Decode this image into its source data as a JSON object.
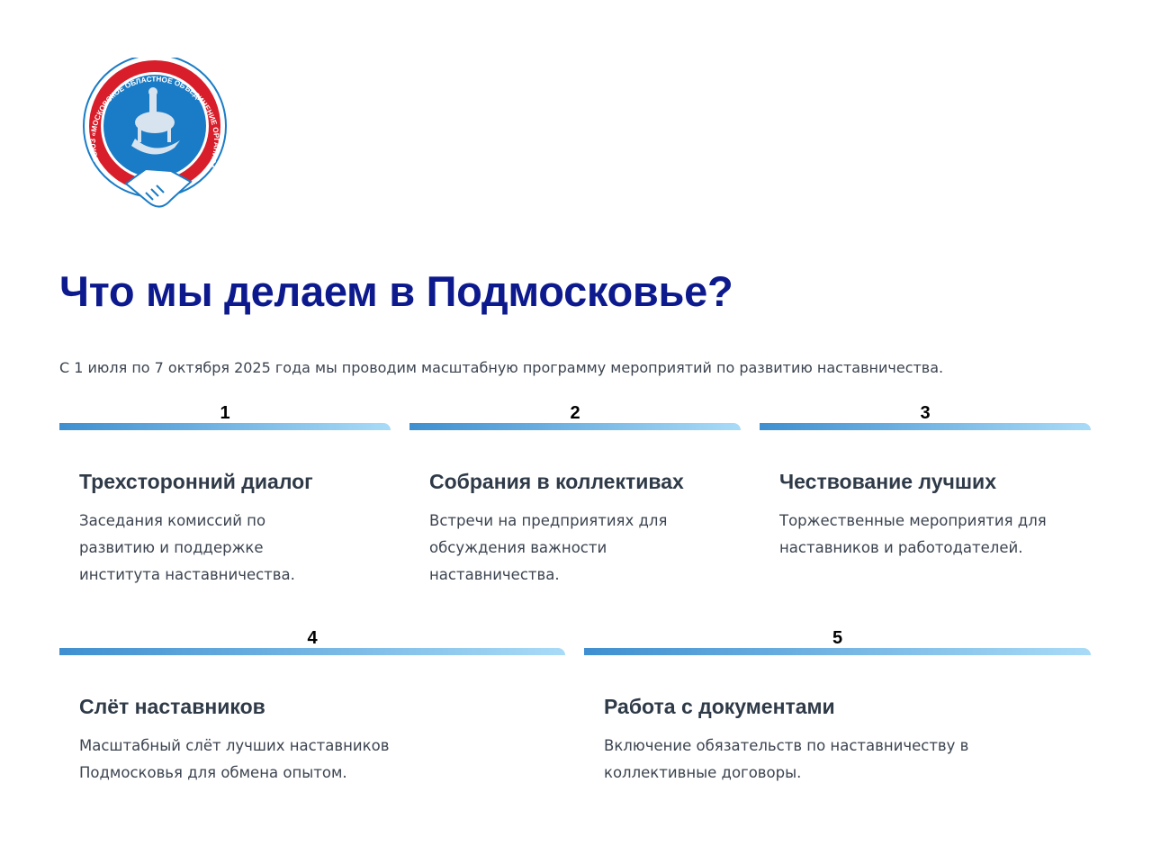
{
  "logo": {
    "text": "СОЮЗ «МОСКОВСКОЕ ОБЛАСТНОЕ ОБЪЕДИНЕНИЕ ОРГАНИЗАЦИЙ ПРОФСОЮЗОВ»"
  },
  "header": {
    "title": "Что мы делаем в Подмосковье?",
    "subtitle": "С 1 июля по 7 октября 2025 года мы проводим масштабную программу мероприятий по развитию наставничества."
  },
  "cards": [
    {
      "number": "1",
      "title": "Трехсторонний диалог",
      "description": "Заседания комиссий по развитию и поддержке института наставничества."
    },
    {
      "number": "2",
      "title": "Собрания в коллективах",
      "description": "Встречи на предприятиях для обсуждения важности наставничества."
    },
    {
      "number": "3",
      "title": "Чествование лучших",
      "description": "Торжественные мероприятия для наставников и работодателей."
    },
    {
      "number": "4",
      "title": "Слёт наставников",
      "description": "Масштабный слёт лучших наставников Подмосковья для обмена опытом."
    },
    {
      "number": "5",
      "title": "Работа с документами",
      "description": "Включение обязательств по наставничеству в коллективные договоры."
    }
  ],
  "colors": {
    "title": "#0d1a8e",
    "bar_start": "#3f8fd0",
    "bar_end": "#a9dbf7",
    "emblem_blue": "#1a7cc6",
    "emblem_red": "#d81e2a"
  }
}
